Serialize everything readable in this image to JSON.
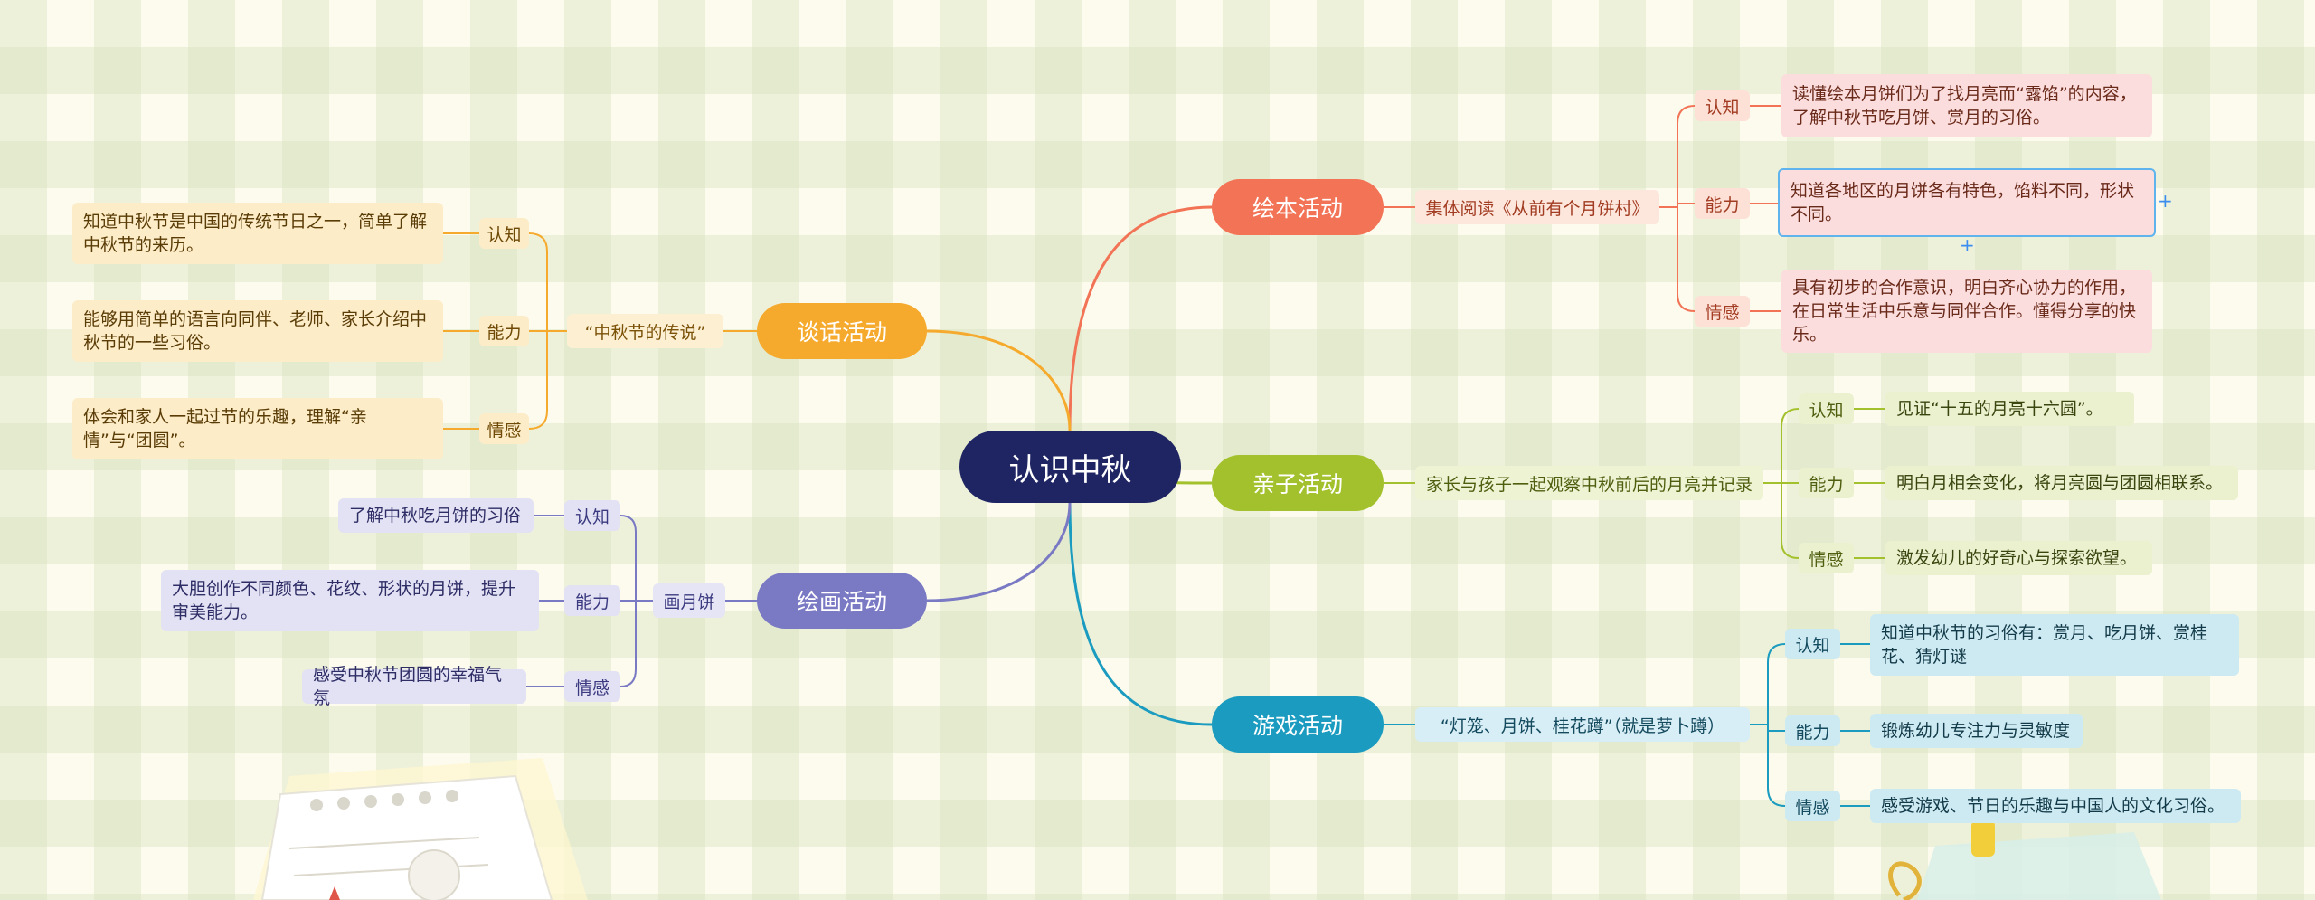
{
  "root": "认识中秋",
  "branches": {
    "picture_book": {
      "title": "绘本活动",
      "topic": "集体阅读《从前有个月饼村》",
      "color": "#f27355",
      "items": [
        {
          "label": "认知",
          "text": "读懂绘本月饼们为了找月亮而“露馅”的内容，了解中秋节吃月饼、赏月的习俗。"
        },
        {
          "label": "能力",
          "text": "知道各地区的月饼各有特色，馅料不同，形状不同。"
        },
        {
          "label": "情感",
          "text": "具有初步的合作意识，明白齐心协力的作用，在日常生活中乐意与同伴合作。懂得分享的快乐。"
        }
      ]
    },
    "parent_child": {
      "title": "亲子活动",
      "topic": "家长与孩子一起观察中秋前后的月亮并记录",
      "color": "#a3c12d",
      "items": [
        {
          "label": "认知",
          "text": "见证“十五的月亮十六圆”。"
        },
        {
          "label": "能力",
          "text": "明白月相会变化，将月亮圆与团圆相联系。"
        },
        {
          "label": "情感",
          "text": "激发幼儿的好奇心与探索欲望。"
        }
      ]
    },
    "game": {
      "title": "游戏活动",
      "topic": "“灯笼、月饼、桂花蹲”（就是萝卜蹲）",
      "color": "#1a9bbf",
      "items": [
        {
          "label": "认知",
          "text": "知道中秋节的习俗有：赏月、吃月饼、赏桂花、猜灯谜"
        },
        {
          "label": "能力",
          "text": "锻炼幼儿专注力与灵敏度"
        },
        {
          "label": "情感",
          "text": "感受游戏、节日的乐趣与中国人的文化习俗。"
        }
      ]
    },
    "talk": {
      "title": "谈话活动",
      "topic": "“中秋节的传说”",
      "color": "#f5aa2d",
      "items": [
        {
          "label": "认知",
          "text": "知道中秋节是中国的传统节日之一，简单了解中秋节的来历。"
        },
        {
          "label": "能力",
          "text": "能够用简单的语言向同伴、老师、家长介绍中秋节的一些习俗。"
        },
        {
          "label": "情感",
          "text": "体会和家人一起过节的乐趣，理解“亲情”与“团圆”。"
        }
      ]
    },
    "drawing": {
      "title": "绘画活动",
      "topic": "画月饼",
      "color": "#7a79c4",
      "items": [
        {
          "label": "认知",
          "text": "了解中秋吃月饼的习俗"
        },
        {
          "label": "能力",
          "text": "大胆创作不同颜色、花纹、形状的月饼，提升审美能力。"
        },
        {
          "label": "情感",
          "text": "感受中秋节团圆的幸福气氛"
        }
      ]
    }
  }
}
